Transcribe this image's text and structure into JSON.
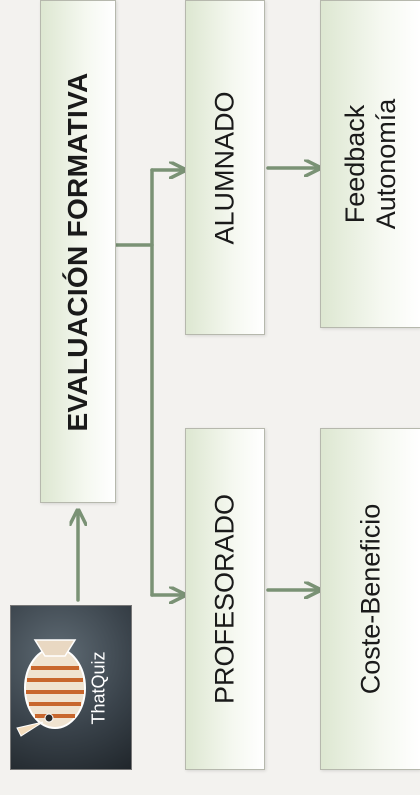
{
  "diagram": {
    "root": {
      "label": "EVALUACIÓN FORMATIVA"
    },
    "branches": [
      {
        "label": "ALUMNADO",
        "outcome": {
          "lines": [
            "Feedback",
            "Autonomía"
          ]
        }
      },
      {
        "label": "PROFESORADO",
        "outcome": {
          "lines": [
            "Coste-Beneficio"
          ]
        }
      }
    ],
    "source": {
      "logo_text": "ThatQuiz",
      "icon": "fish-logo-icon"
    }
  },
  "colors": {
    "connector": "#7a9275",
    "box_fill": "#eef3e6",
    "box_border": "#b6b8ad",
    "background": "#f3f2ef"
  }
}
